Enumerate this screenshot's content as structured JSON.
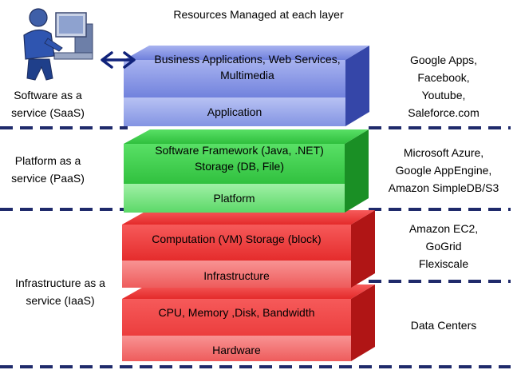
{
  "title": "Resources Managed at each layer",
  "layers": [
    {
      "id": "saas",
      "category": [
        "Software as a",
        "service (SaaS)"
      ],
      "top_text": [
        "Business Applications, Web Services,",
        "Multimedia"
      ],
      "front_text": "Application",
      "examples": [
        "Google Apps,",
        "Facebook,",
        "Youtube,",
        "Saleforce.com"
      ],
      "colors": {
        "top": "#8e9be6",
        "side": "#3546a8",
        "front": "#9aa9ee"
      }
    },
    {
      "id": "paas",
      "category": [
        "Platform as a",
        "service (PaaS)"
      ],
      "top_text": [
        "Software Framework  (Java, .NET)",
        "Storage (DB, File)"
      ],
      "front_text": "Platform",
      "examples": [
        "Microsoft Azure,",
        "Google AppEngine,",
        "Amazon SimpleDB/S3"
      ],
      "colors": {
        "top": "#3fd34f",
        "side": "#1a8f25",
        "front": "#7ee887"
      }
    },
    {
      "id": "iaas-infra",
      "category": [
        "Infrastructure as a",
        "service (IaaS)"
      ],
      "top_text": [
        "Computation (VM) Storage (block)"
      ],
      "front_text": "Infrastructure",
      "examples": [
        "Amazon EC2,",
        "GoGrid",
        "Flexiscale"
      ],
      "colors": {
        "top": "#f23b3b",
        "side": "#b01515",
        "front": "#f57a7a"
      }
    },
    {
      "id": "iaas-hw",
      "category": [],
      "top_text": [
        "CPU, Memory ,Disk, Bandwidth"
      ],
      "front_text": "Hardware",
      "examples": [
        "Data Centers"
      ],
      "colors": {
        "top": "#f23b3b",
        "side": "#b01515",
        "front": "#f57a7a"
      }
    }
  ],
  "icons": {
    "user": "user-at-computer-icon",
    "arrow": "double-arrow-icon"
  },
  "divider_color": "#1f2a6b"
}
